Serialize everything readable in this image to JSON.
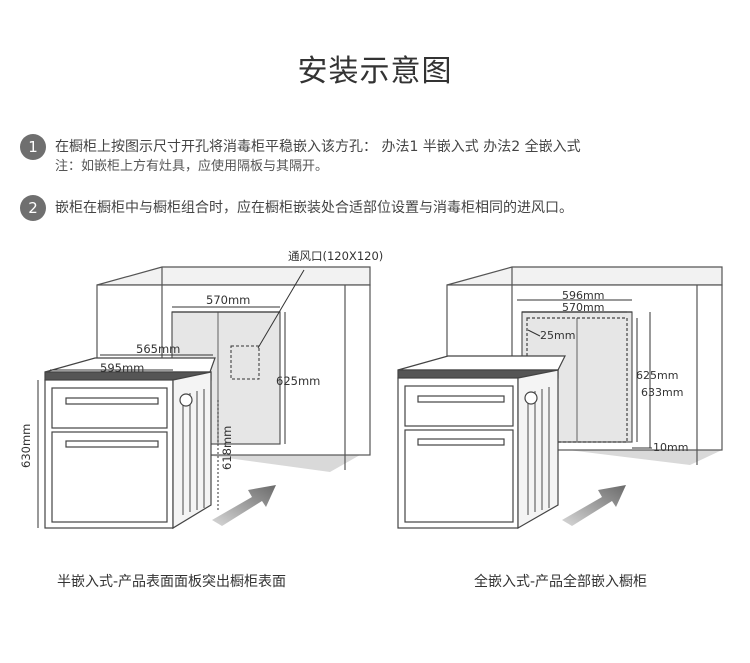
{
  "title": "安装示意图",
  "steps": [
    {
      "num": "1",
      "lines": [
        "在橱柜上按图示尺寸开孔将消毒柜平稳嵌入该方孔： 办法1  半嵌入式   办法2   全嵌入式"
      ],
      "note": "注：如嵌柜上方有灶具，应使用隔板与其隔开。"
    },
    {
      "num": "2",
      "lines": [
        "嵌柜在橱柜中与橱柜组合时，应在橱柜嵌装处合适部位设置与消毒柜相同的进风口。"
      ],
      "note": ""
    }
  ],
  "diagram_left": {
    "vent_label": "通风口(120X120)",
    "dim_width_inner": "570mm",
    "dim_width_565": "565mm",
    "dim_width_595": "595mm",
    "dim_height_625": "625mm",
    "dim_height_630": "630mm",
    "dim_height_618": "618mm",
    "caption": "半嵌入式-产品表面面板突出橱柜表面"
  },
  "diagram_right": {
    "dim_width_596": "596mm",
    "dim_width_570": "570mm",
    "dim_25": "25mm",
    "dim_height_625": "625mm",
    "dim_height_633": "633mm",
    "dim_10": "10mm",
    "caption": "全嵌入式-产品全部嵌入橱柜"
  }
}
